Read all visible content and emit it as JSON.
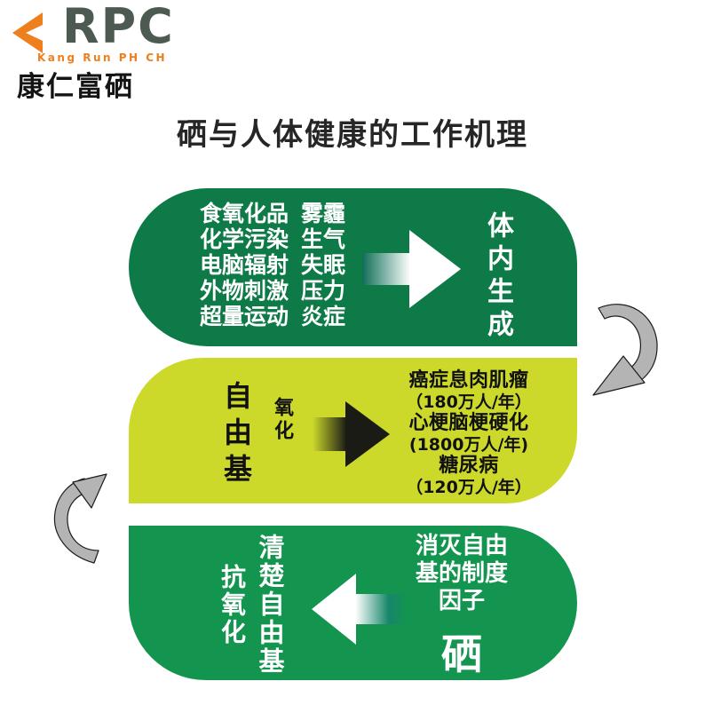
{
  "logo": {
    "brand_text": "RPC",
    "subtitle_en": "Kang Run PH CH",
    "name_cn": "康仁富硒"
  },
  "title": {
    "text": "硒与人体健康的工作机理"
  },
  "diagram": {
    "stage1": {
      "causes_left": [
        "食氧化品",
        "化学污染",
        "电脑辐射",
        "外物刺激",
        "超量运动"
      ],
      "causes_right": [
        "雾霾",
        "生气",
        "失眠",
        "压力",
        "炎症"
      ],
      "outcome": "体内生成"
    },
    "stage2": {
      "subject": "自由基",
      "process": "氧化",
      "diseases": [
        "癌症息肉肌瘤",
        "（180万人/年）",
        "心梗脑梗硬化",
        "(1800万人/年)",
        "糖尿病",
        "（120万人/年）"
      ]
    },
    "stage3": {
      "factor_lines": [
        "消灭自由",
        "基的制度",
        "因子"
      ],
      "element": "硒",
      "action_primary": "清楚自由基",
      "action_secondary": "抗氧化"
    },
    "colors": {
      "stage1_bg": "#0d7a47",
      "stage2_bg": "#ccd92b",
      "stage3_bg": "#13944f",
      "brand_orange": "#ee7f1c",
      "brand_gray": "#4d5a52",
      "cycle_arrow_gray": "#b4b4b4"
    }
  }
}
